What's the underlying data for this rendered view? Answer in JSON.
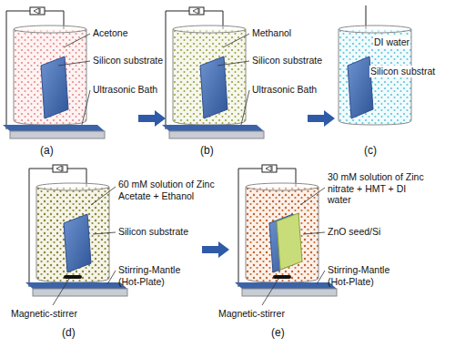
{
  "diagram": {
    "labels": [
      "Acetone",
      "Silicon substrate",
      "Ultrasonic Bath",
      "(a)",
      "Methanol",
      "Silicon substrate",
      "Ultrasonic Bath",
      "(b)",
      "DI water",
      "Silicon substrat",
      "(c)",
      "60 mM solution of Zinc Acetate + Ethanol",
      "Silicon substrate",
      "Stirring-Mantle (Hot-Plate)",
      "Magnetic-stirrer",
      "(d)",
      "30 mM solution of Zinc nitrate + HMT + DI water",
      "ZnO seed/Si",
      "Stirring-Mantle (Hot-Plate)",
      "Magnetic-stirrer",
      "(e)"
    ]
  }
}
